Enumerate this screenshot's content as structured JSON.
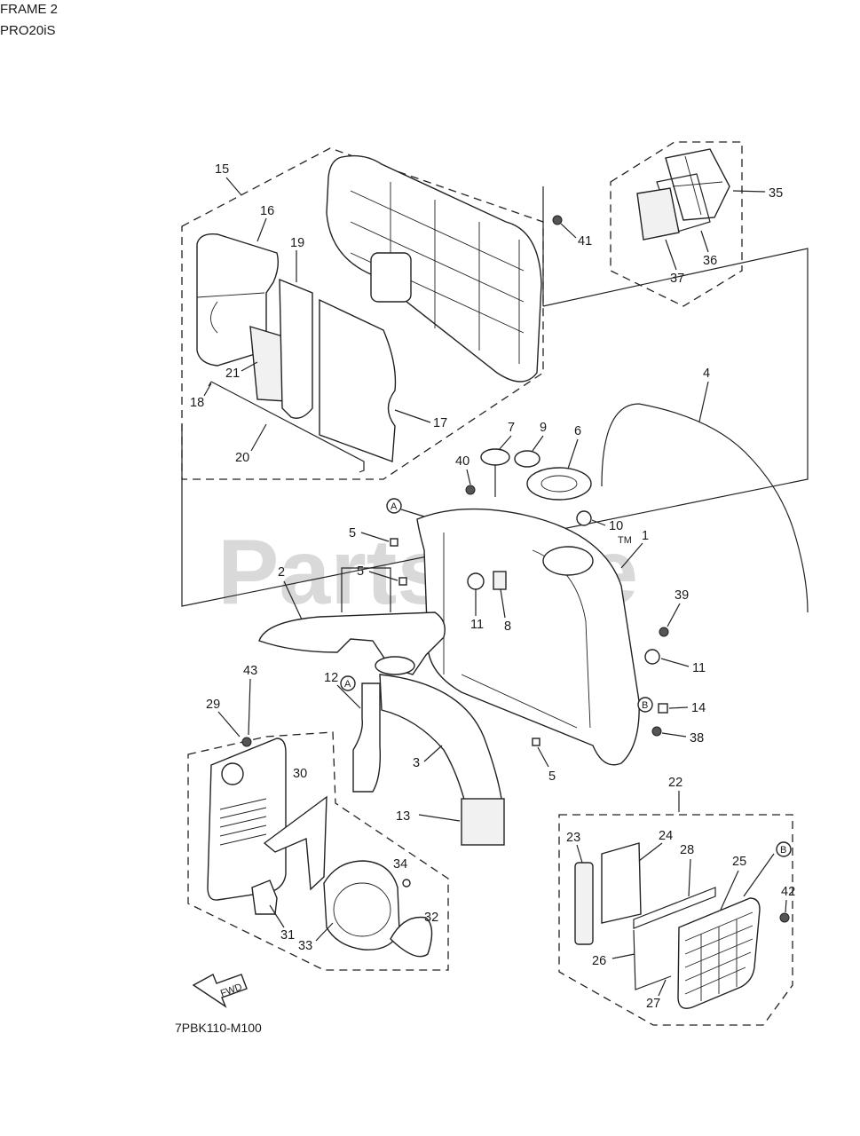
{
  "header": {
    "frame": "FRAME 2",
    "model": "PRO20iS"
  },
  "watermark": {
    "text": "PartsTree",
    "tm": "TM"
  },
  "drawing_code": "7PBK110-M100",
  "fwd_arrow": {
    "label": "FWD"
  },
  "callouts": {
    "c1": "1",
    "c2": "2",
    "c3": "3",
    "c4": "4",
    "c5a": "5",
    "c5b": "5",
    "c5c": "5",
    "c6": "6",
    "c7": "7",
    "c8": "8",
    "c9": "9",
    "c10": "10",
    "c11a": "11",
    "c11b": "11",
    "c12": "12",
    "c13": "13",
    "c14": "14",
    "c15": "15",
    "c16": "16",
    "c17": "17",
    "c18": "18",
    "c19": "19",
    "c20": "20",
    "c21": "21",
    "c22": "22",
    "c23": "23",
    "c24": "24",
    "c25": "25",
    "c26": "26",
    "c27": "27",
    "c28": "28",
    "c29": "29",
    "c30": "30",
    "c31": "31",
    "c32": "32",
    "c33": "33",
    "c34": "34",
    "c35": "35",
    "c36": "36",
    "c37": "37",
    "c38": "38",
    "c39": "39",
    "c40": "40",
    "c41": "41",
    "c42": "42",
    "c43": "43"
  },
  "reference_marks": {
    "a1": "A",
    "a2": "A",
    "b1": "B",
    "b2": "B"
  }
}
